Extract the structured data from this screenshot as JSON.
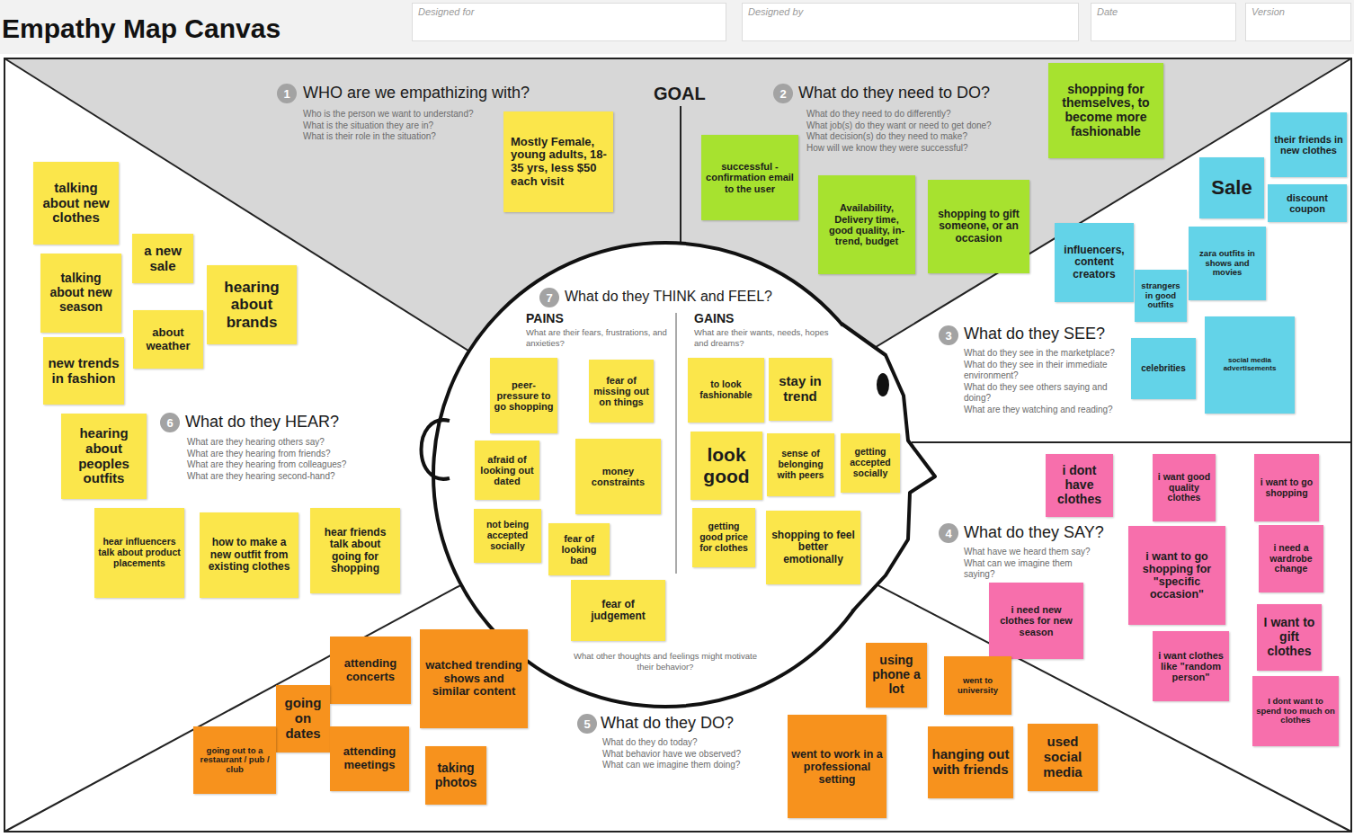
{
  "diagram": {
    "title": "Empathy Map Canvas",
    "nodes": [
      {
        "text": [
          "Designed for"
        ]
      },
      {
        "text": [
          "Designed by"
        ]
      },
      {
        "text": [
          "Date"
        ]
      },
      {
        "text": [
          "Version"
        ]
      },
      {
        "text": [
          "1"
        ]
      },
      {
        "text": [
          "Mostly Female, young adults, 18-35 yrs, less $50 each visit"
        ]
      },
      {
        "text": [
          "2"
        ]
      },
      {
        "text": [
          "shopping for themselves, to become more fashionable"
        ]
      },
      {
        "text": [
          "successful - confirmation email to the user"
        ]
      },
      {
        "text": [
          "Availability, Delivery time, good quality, in-trend, budget"
        ]
      },
      {
        "text": [
          "shopping to gift someone, or an occasion"
        ]
      },
      {
        "text": [
          "their friends in new clothes"
        ]
      },
      {
        "text": [
          "Sale"
        ]
      },
      {
        "text": [
          "discount coupon"
        ]
      },
      {
        "text": [
          "influencers, content creators"
        ]
      },
      {
        "text": [
          "zara outfits in shows and movies"
        ]
      },
      {
        "text": [
          "strangers in good outfits"
        ]
      },
      {
        "text": [
          "celebrities"
        ]
      },
      {
        "text": [
          "social media advertisements"
        ]
      },
      {
        "text": [
          "3"
        ]
      },
      {
        "text": [
          "talking about new clothes"
        ]
      },
      {
        "text": [
          "a new sale"
        ]
      },
      {
        "text": [
          "talking about new season"
        ]
      },
      {
        "text": [
          "hearing about brands"
        ]
      },
      {
        "text": [
          "about weather"
        ]
      },
      {
        "text": [
          "new trends in fashion"
        ]
      },
      {
        "text": [
          "hearing about peoples outfits"
        ]
      },
      {
        "text": [
          "6"
        ]
      },
      {
        "text": [
          "hear influencers talk about product placements"
        ]
      },
      {
        "text": [
          "how to make a new outfit from existing clothes"
        ]
      },
      {
        "text": [
          "hear friends talk about going for shopping"
        ]
      },
      {
        "text": [
          "7"
        ]
      },
      {
        "text": [
          "peer-pressure to go shopping"
        ]
      },
      {
        "text": [
          "fear of missing out on things"
        ]
      },
      {
        "text": [
          "afraid of looking out dated"
        ]
      },
      {
        "text": [
          "money constraints"
        ]
      },
      {
        "text": [
          "not being accepted socially"
        ]
      },
      {
        "text": [
          "fear of looking bad"
        ]
      },
      {
        "text": [
          "fear of judgement"
        ]
      },
      {
        "text": [
          "to look fashionable"
        ]
      },
      {
        "text": [
          "stay in trend"
        ]
      },
      {
        "text": [
          "look good"
        ]
      },
      {
        "text": [
          "sense of belonging with peers"
        ]
      },
      {
        "text": [
          "getting accepted socially"
        ]
      },
      {
        "text": [
          "getting good price for clothes"
        ]
      },
      {
        "text": [
          "shopping to feel better emotionally"
        ]
      },
      {
        "text": [
          "i dont have clothes"
        ]
      },
      {
        "text": [
          "i want good quality clothes"
        ]
      },
      {
        "text": [
          "i want to go shopping"
        ]
      },
      {
        "text": [
          "4"
        ]
      },
      {
        "text": [
          "i need new clothes for new season"
        ]
      },
      {
        "text": [
          "i want to go shopping for \"specific occasion\""
        ]
      },
      {
        "text": [
          "i need a wardrobe change"
        ]
      },
      {
        "text": [
          "i want clothes like \"random person\""
        ]
      },
      {
        "text": [
          "I want to gift clothes"
        ]
      },
      {
        "text": [
          "I dont want to spend too much on clothes"
        ]
      },
      {
        "text": [
          "attending concerts"
        ]
      },
      {
        "text": [
          "watched trending shows and similar content"
        ]
      },
      {
        "text": [
          "going on dates"
        ]
      },
      {
        "text": [
          "5"
        ]
      },
      {
        "text": [
          "going out to a restaurant / pub / club"
        ]
      },
      {
        "text": [
          "attending meetings"
        ]
      },
      {
        "text": [
          "taking photos"
        ]
      },
      {
        "text": [
          "using phone a lot"
        ]
      },
      {
        "text": [
          "went to university"
        ]
      },
      {
        "text": [
          "went to work in a professional setting"
        ]
      },
      {
        "text": [
          "hanging out with friends"
        ]
      },
      {
        "text": [
          "used social media"
        ]
      }
    ],
    "labels": [
      "WHO are we empathizing with?",
      "Who is the person we want to understand?",
      "What is the situation they are in?",
      "What is their role in the situation?",
      "GOAL",
      "What do they need to DO?",
      "What do they need to do differently?",
      "What job(s) do they want or need to get done?",
      "What decision(s) do they need to make?",
      "How will we know they were successful?",
      "What do they SEE?",
      "What do they see in the marketplace?",
      "What do they see in their immediate environment?",
      "What do they see others saying and doing?",
      "What are they watching and reading?",
      "What do they SAY?",
      "What have we heard them say?",
      "What can we imagine them saying?",
      "What do they DO?",
      "What do they do today?",
      "What behavior have we observed?",
      "What can we imagine them doing?",
      "What do they HEAR?",
      "What are they hearing others say?",
      "What are they hearing from friends?",
      "What are they hearing from colleagues?",
      "What are they hearing second-hand?",
      "What do they THINK and FEEL?",
      "PAINS",
      "What are their fears, frustrations, and anxieties?",
      "GAINS",
      "What are their wants, needs, hopes and dreams?",
      "What other thoughts and feelings might motivate their behavior?"
    ]
  }
}
